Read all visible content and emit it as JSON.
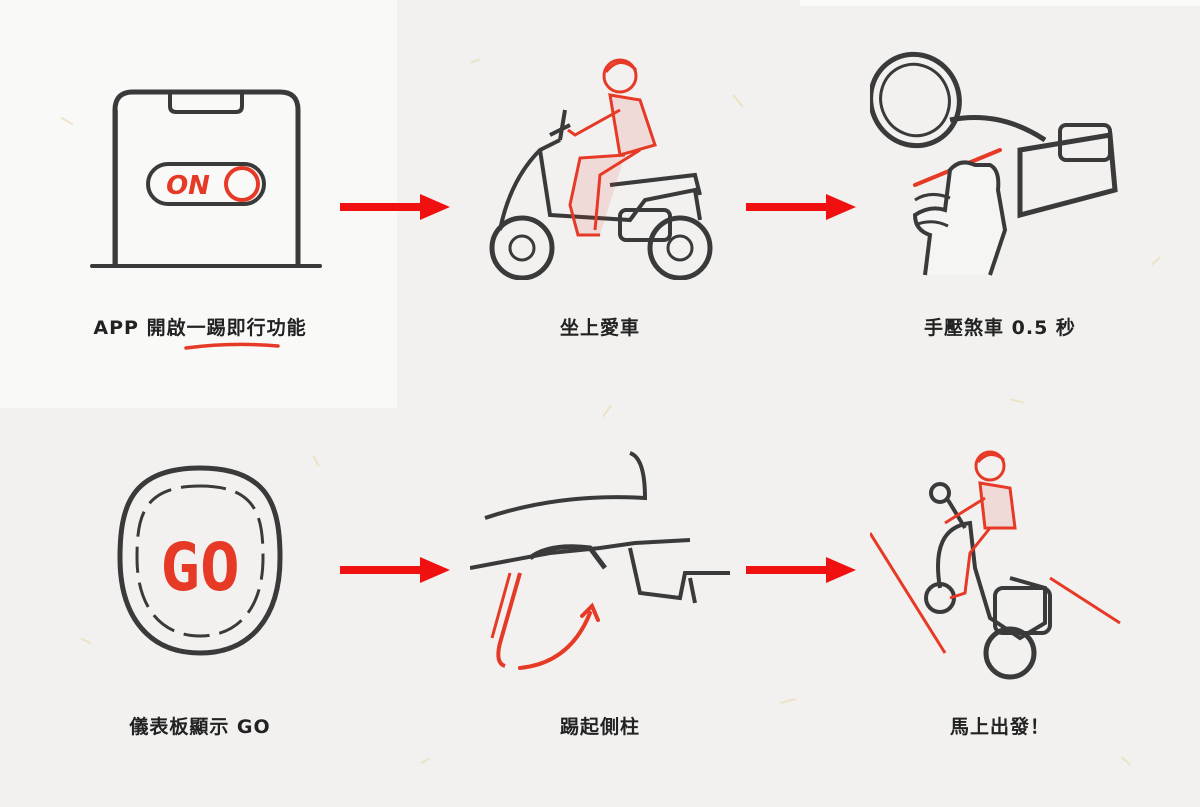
{
  "steps": [
    {
      "caption": "APP 開啟一踢即行功能",
      "toggle_text": "ON"
    },
    {
      "caption": "坐上愛車"
    },
    {
      "caption": "手壓煞車 0.5 秒"
    },
    {
      "caption": "儀表板顯示 GO",
      "display_text": "GO"
    },
    {
      "caption": "踢起側柱"
    },
    {
      "caption": "馬上出發！"
    }
  ],
  "colors": {
    "accent": "#e63a27",
    "arrow": "#f01010",
    "ink": "#3a3a3a"
  }
}
